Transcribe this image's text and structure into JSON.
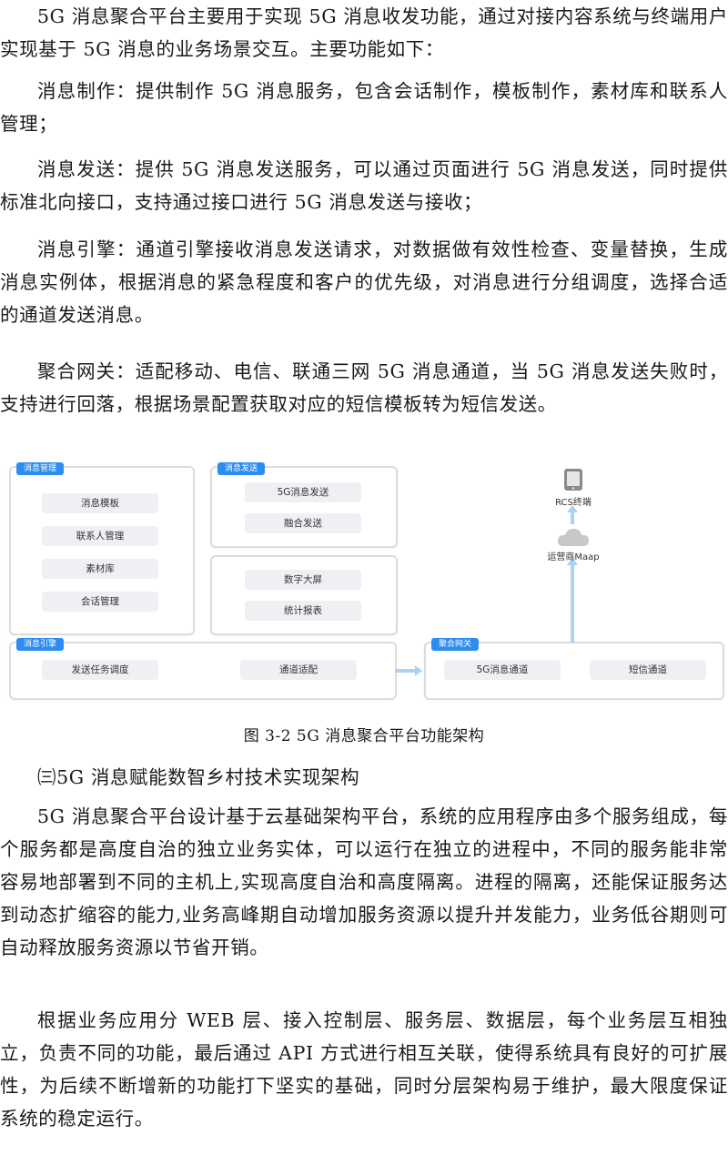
{
  "paragraphs": [
    "5G 消息聚合平台主要用于实现 5G 消息收发功能，通过对接内容系统与终端用户实现基于 5G 消息的业务场景交互。主要功能如下：",
    "消息制作：提供制作 5G 消息服务，包含会话制作，模板制作，素材库和联系人管理；",
    "消息发送：提供 5G 消息发送服务，可以通过页面进行 5G 消息发送，同时提供标准北向接口，支持通过接口进行 5G 消息发送与接收；",
    "消息引擎：通道引擎接收消息发送请求，对数据做有效性检查、变量替换，生成消息实例体，根据消息的紧急程度和客户的优先级，对消息进行分组调度，选择合适的通道发送消息。",
    "聚合网关：适配移动、电信、联通三网 5G 消息通道，当 5G 消息发送失败时，支持进行回落，根据场景配置获取对应的短信模板转为短信发送。"
  ],
  "diagram": {
    "panel_manage": {
      "title": "消息管理",
      "items": [
        "消息模板",
        "联系人管理",
        "素材库",
        "会话管理"
      ]
    },
    "panel_send": {
      "title": "消息发送",
      "items": [
        "5G消息发送",
        "融合发送"
      ]
    },
    "panel_stats": {
      "items": [
        "数字大屏",
        "统计报表"
      ]
    },
    "panel_engine": {
      "title": "消息引擎",
      "items": [
        "发送任务调度",
        "通道适配"
      ]
    },
    "panel_gateway": {
      "title": "聚合网关",
      "items": [
        "5G消息通道",
        "短信通道"
      ]
    },
    "terminal_label": "RCS终端",
    "cloud_label": "运营商Maap"
  },
  "caption": "图 3-2   5G 消息聚合平台功能架构",
  "heading": "㈢5G 消息赋能数智乡村技术实现架构",
  "paragraphs2": [
    "5G 消息聚合平台设计基于云基础架构平台，系统的应用程序由多个服务组成，每个服务都是高度自治的独立业务实体，可以运行在独立的进程中，不同的服务能非常容易地部署到不同的主机上,实现高度自治和高度隔离。进程的隔离，还能保证服务达到动态扩缩容的能力,业务高峰期自动增加服务资源以提升并发能力，业务低谷期则可自动释放服务资源以节省开销。",
    "根据业务应用分 WEB 层、接入控制层、服务层、数据层，每个业务层互相独立，负责不同的功能，最后通过 API 方式进行相互关联，使得系统具有良好的可扩展性，为后续不断增新的功能打下坚实的基础，同时分层架构易于维护，最大限度保证系统的稳定运行。"
  ]
}
